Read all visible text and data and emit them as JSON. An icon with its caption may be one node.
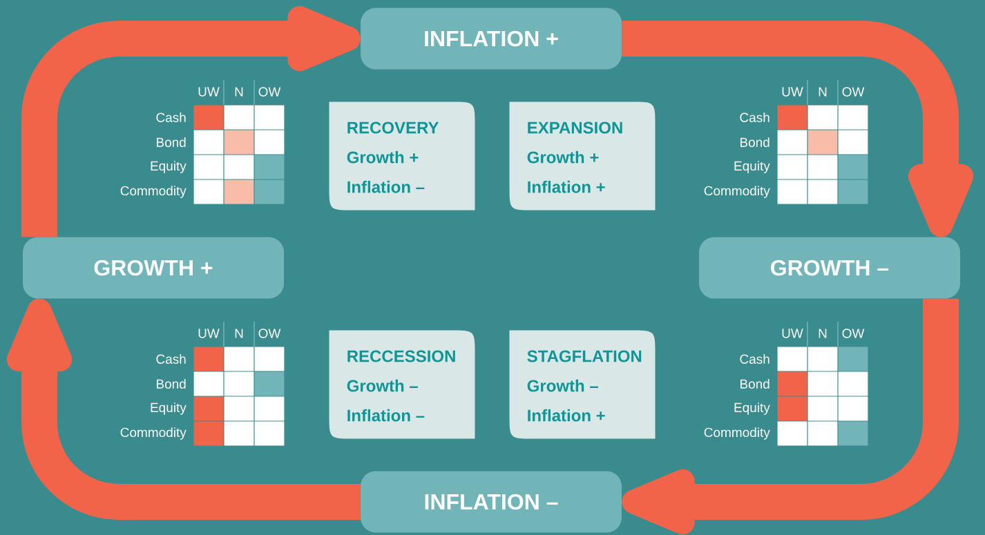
{
  "diagram": {
    "nodes": [
      {
        "text": [
          "INFLATION +"
        ]
      },
      {
        "text": [
          "RECOVERY",
          "Growth +",
          "Inflation –"
        ]
      },
      {
        "text": [
          "EXPANSION",
          "Growth +",
          "Inflation +"
        ]
      },
      {
        "text": [
          "GROWTH +"
        ]
      },
      {
        "text": [
          "GROWTH –"
        ]
      },
      {
        "text": [
          "RECCESSION",
          "Growth –",
          "Inflation –"
        ]
      },
      {
        "text": [
          "STAGFLATION",
          "Growth –",
          "Inflation +"
        ]
      },
      {
        "text": [
          "INFLATION –"
        ]
      }
    ],
    "edges": [
      {
        "from": 3,
        "to": 0,
        "arrow": "to"
      },
      {
        "from": 0,
        "to": 4,
        "arrow": "to"
      },
      {
        "from": 4,
        "to": 7,
        "arrow": "to"
      },
      {
        "from": 7,
        "to": 3,
        "arrow": "to"
      }
    ],
    "labels": [
      "UW",
      "N",
      "OW",
      "Cash",
      "Bond",
      "Equity",
      "Commodity",
      "UW",
      "N",
      "OW",
      "Cash",
      "Bond",
      "Equity",
      "Commodity",
      "UW",
      "N",
      "OW",
      "Cash",
      "Bond",
      "Equity",
      "Commodity",
      "UW",
      "N",
      "OW",
      "Cash",
      "Bond",
      "Equity",
      "Commodity"
    ]
  }
}
